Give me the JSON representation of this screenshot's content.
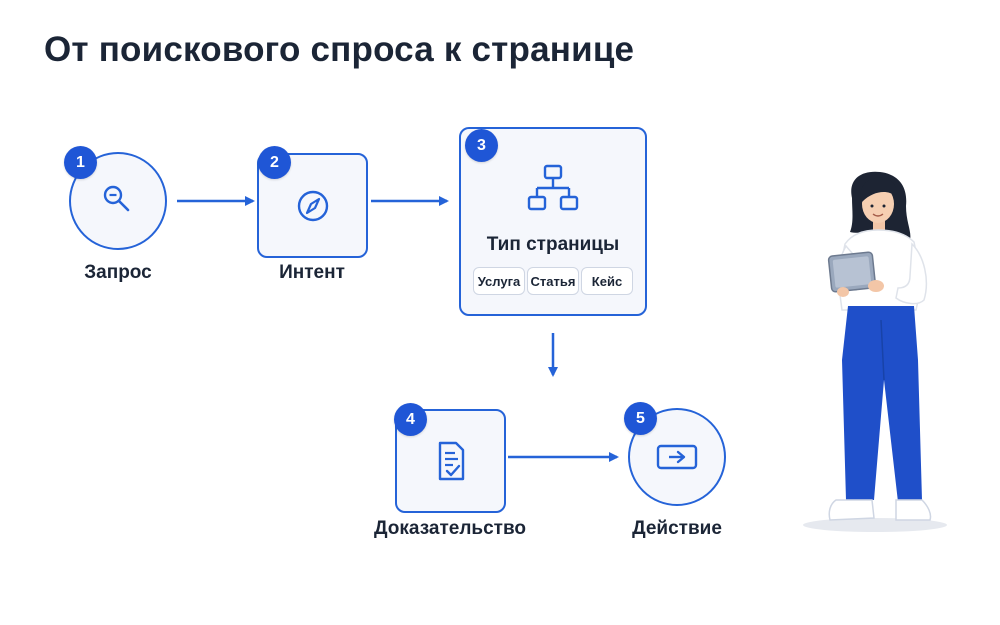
{
  "title": "От поискового спроса к странице",
  "colors": {
    "accent": "#2563d8",
    "badge": "#1f56d6",
    "fill": "#f5f7fc",
    "text": "#1b2536"
  },
  "steps": [
    {
      "number": "1",
      "label": "Запрос",
      "icon": "search-icon"
    },
    {
      "number": "2",
      "label": "Интент",
      "icon": "compass-icon"
    },
    {
      "number": "3",
      "label": "Тип страницы",
      "icon": "sitemap-icon",
      "options": [
        "Услуга",
        "Статья",
        "Кейс"
      ]
    },
    {
      "number": "4",
      "label": "Доказательство",
      "icon": "document-check-icon"
    },
    {
      "number": "5",
      "label": "Действие",
      "icon": "arrow-box-icon"
    }
  ],
  "illustration": {
    "icon": "woman-with-tablet-illustration"
  }
}
